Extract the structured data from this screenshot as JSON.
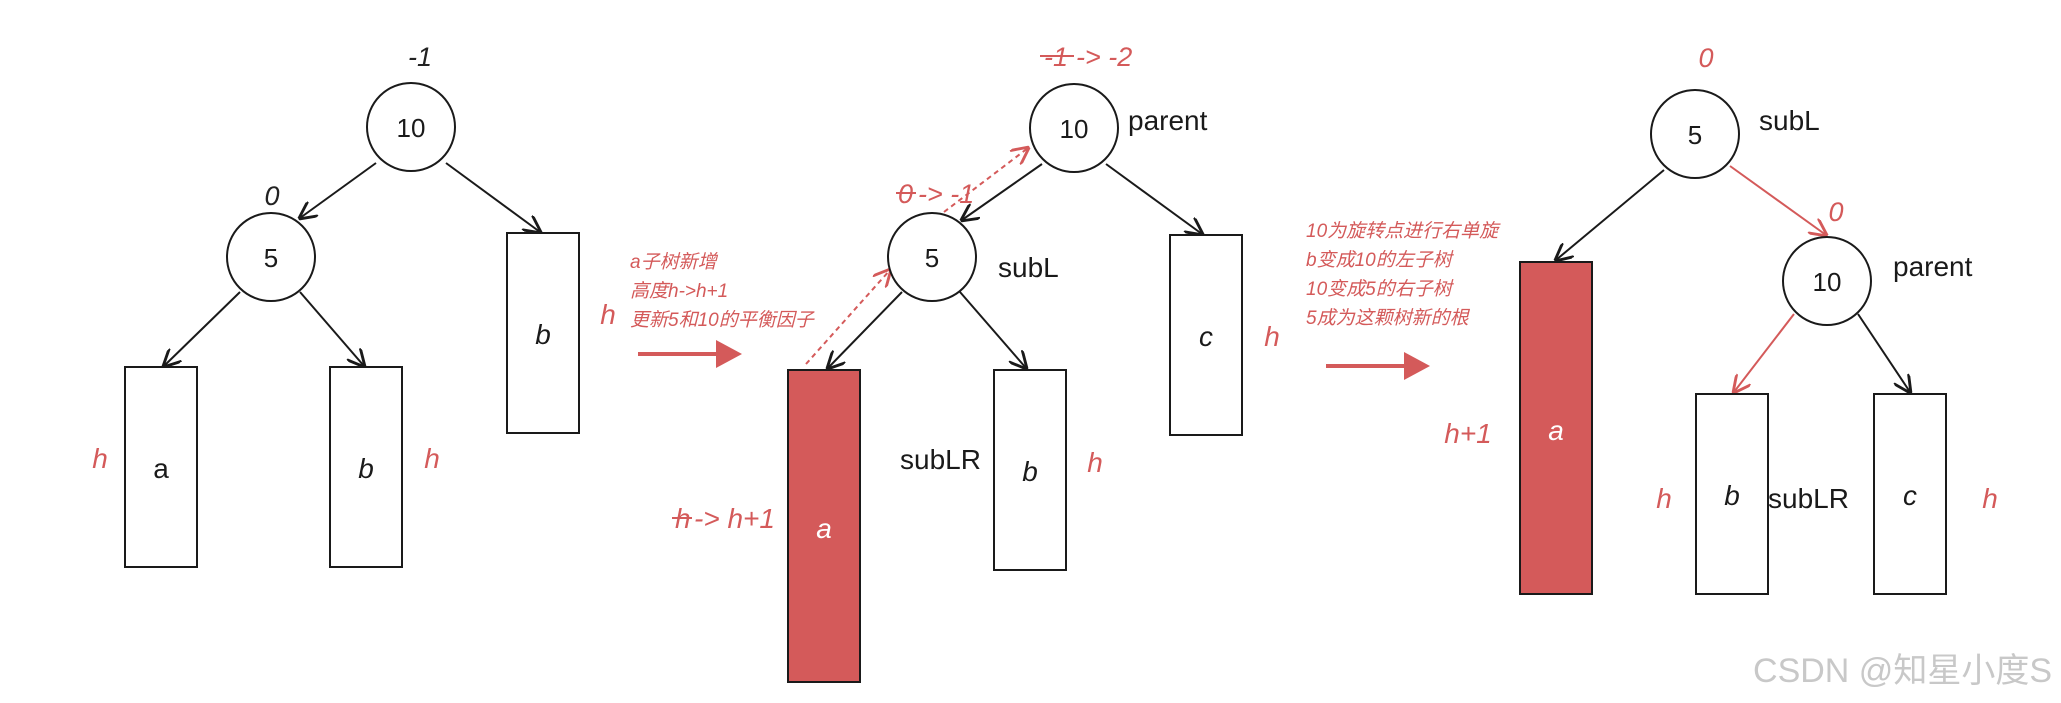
{
  "colors": {
    "accent": "#d45a5a",
    "ink": "#1a1a1a",
    "watermark": "#c8c8c8"
  },
  "panel1": {
    "root": {
      "value": "10",
      "bf": "-1"
    },
    "left": {
      "value": "5",
      "bf": "0"
    },
    "sub_a": {
      "label": "a",
      "height": "h"
    },
    "sub_b_left": {
      "label": "b",
      "height": "h"
    },
    "sub_b_right": {
      "label": "b",
      "height": "h"
    }
  },
  "step1": {
    "notes": [
      "a子树新增",
      "高度h->h+1",
      "更新5和10的平衡因子"
    ]
  },
  "panel2": {
    "root": {
      "value": "10",
      "bf_old": "-1",
      "bf_new": "-> -2",
      "tag": "parent"
    },
    "left": {
      "value": "5",
      "bf_old": "0",
      "bf_new": "-> -1",
      "tag": "subL"
    },
    "sub_a": {
      "label": "a",
      "height_old": "h",
      "height_new": "-> h+1"
    },
    "sub_b": {
      "label": "b",
      "height": "h",
      "tag": "subLR"
    },
    "sub_c": {
      "label": "c",
      "height": "h"
    }
  },
  "step2": {
    "notes": [
      "10为旋转点进行右单旋",
      "b变成10的左子树",
      "10变成5的右子树",
      "5成为这颗树新的根"
    ]
  },
  "panel3": {
    "root": {
      "value": "5",
      "bf": "0",
      "tag": "subL"
    },
    "right": {
      "value": "10",
      "bf": "0",
      "tag": "parent"
    },
    "sub_a": {
      "label": "a",
      "height": "h+1"
    },
    "sub_b": {
      "label": "b",
      "height": "h",
      "tag": "subLR"
    },
    "sub_c": {
      "label": "c",
      "height": "h"
    }
  },
  "watermark": "CSDN @知星小度S"
}
